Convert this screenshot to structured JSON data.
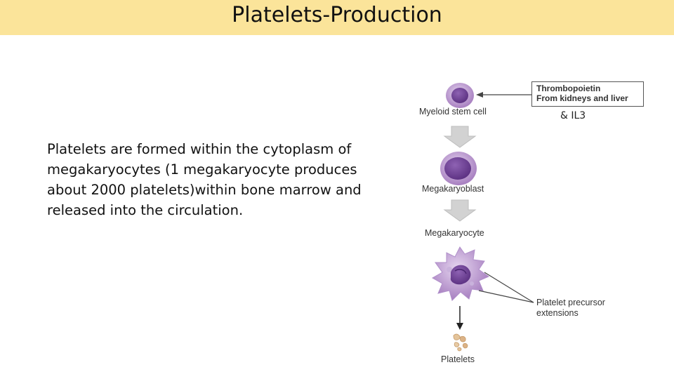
{
  "slide": {
    "title": "Platelets-Production",
    "body": "Platelets are formed within the cytoplasm of megakaryocytes (1 megakaryocyte produces about 2000 platelets)within bone marrow and released into the circulation."
  },
  "diagram": {
    "stages": {
      "myeloid_stem_cell": "Myeloid stem cell",
      "megakaryoblast": "Megakaryoblast",
      "megakaryocyte": "Megakaryocyte",
      "platelets": "Platelets"
    },
    "thrombopoietin_box": {
      "line1": "Thrombopoietin",
      "line2": "From kidneys and liver"
    },
    "il3_note": "& IL3",
    "precursor_label": {
      "line1": "Platelet precursor",
      "line2": "extensions"
    },
    "colors": {
      "title_bar": "#fbe49a",
      "cell_purple": "#a77fc0",
      "nucleus_purple": "#6a3f8f",
      "arrow_gray": "#cfcfcf"
    }
  }
}
